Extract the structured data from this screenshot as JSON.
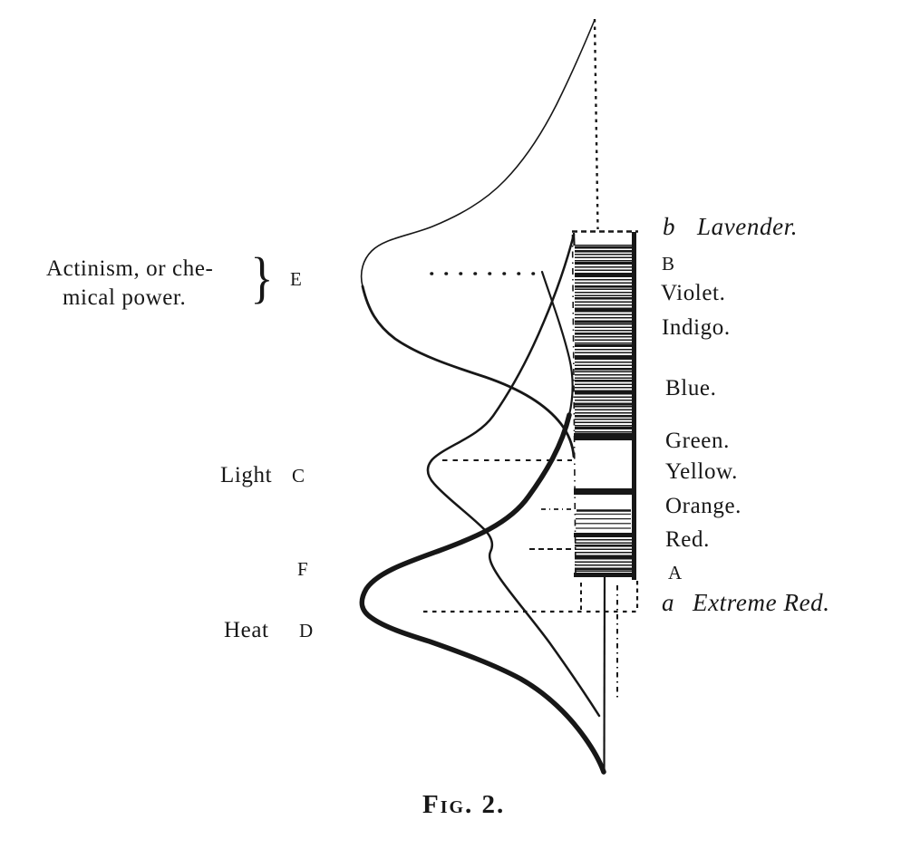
{
  "caption": "Fig. 2.",
  "left_annotations": {
    "actinism_line1": "Actinism, or che-",
    "actinism_line2": "mical power.",
    "brace": "}",
    "letter_e": "E",
    "light": "Light",
    "letter_c": "C",
    "letter_f": "F",
    "heat": "Heat",
    "letter_d": "D"
  },
  "spectrum_labels": {
    "letter_b_italic": "b",
    "lavender": "Lavender.",
    "letter_B": "B",
    "violet": "Violet.",
    "indigo": "Indigo.",
    "blue": "Blue.",
    "green": "Green.",
    "yellow": "Yellow.",
    "orange": "Orange.",
    "red": "Red.",
    "letter_A": "A",
    "letter_a_italic": "a",
    "extreme_red": "Extreme Red."
  },
  "curves": {
    "actinism": "Actinism, or chemical power (maximum at E)",
    "light": "Light (maximum at C)",
    "heat": "Heat (maximum at D)"
  },
  "ink_color": "#171717",
  "paper_color": "#ffffff"
}
